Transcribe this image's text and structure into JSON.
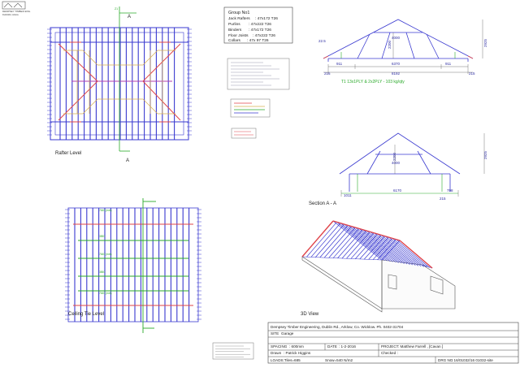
{
  "logo": {
    "line1": "DEMPSEY TIMBER ENG.",
    "line2": "DublinRd, Arklow"
  },
  "labels": {
    "rafter_level": "Rafter Level",
    "ceiling_tie_level": "Ceiling Tie Level",
    "section": "Section A - A",
    "view_3d": "3D View",
    "section_mark": "A",
    "beam_dim": "Z1"
  },
  "members": {
    "group": "Group No1",
    "rows": [
      {
        "name": "Jack Rafters",
        "size": ": 47x172 T26"
      },
      {
        "name": "Purlins",
        "size": ": 47x222 T26"
      },
      {
        "name": "Binders",
        "size": ": 47x172 T26"
      },
      {
        "name": "Floor Joists",
        "size": ": 47x222 T26"
      },
      {
        "name": "Collars",
        "size": ": 47x 97 T26"
      }
    ]
  },
  "truss_top": {
    "dims": {
      "left_pitch": "22.5",
      "height_a": "2200",
      "height_b": "2925",
      "inner": "4000",
      "left_bay": "911",
      "mid_bay": "6370",
      "right_bay": "911",
      "left_end": "215",
      "overall": "8192",
      "right_end": "215"
    },
    "caption": "T1  13x1PLY  &  2x2PLY - 103 kg/qty"
  },
  "truss_section": {
    "dims": {
      "height": "2200",
      "inner": "4000",
      "right_h": "2925",
      "left_over": "1011",
      "span": "6170",
      "right_over": "798",
      "right_end": "215"
    }
  },
  "ceiling_dims": [
    "7640 (mm)",
    "3850",
    "7640 (mm)",
    "3850",
    "7640 (mm)"
  ],
  "title_block": {
    "company": "Dempsey Timber Engineering, Dublin Rd., Arklow, Co. Wicklow. Ph. 0402-31704",
    "site_label": "SITE",
    "site": "Garage",
    "spacing_label": "SPACING",
    "spacing": ": 600mm",
    "date_label": "DATE",
    "date": ": 1-2-2016",
    "project_label": "PROJECT",
    "project": ": Matthew Farrell , [Cavan ]",
    "drawn_label": "Drawn",
    "drawn": ": Patrick Higgins",
    "checked_label": "Checked",
    "checked": ":",
    "loads": "LOADS:Tiles=685",
    "snow": "Snow=540 N/m2",
    "drg_label": "DRG NO",
    "drg": ": 16/01032/16 01032-site"
  },
  "colors": {
    "rafters": "#3a3ad0",
    "hips": "#e0454a",
    "ties": "#d8b050",
    "bracing": "#2aaa2a",
    "dims": "#2a2aa0"
  }
}
